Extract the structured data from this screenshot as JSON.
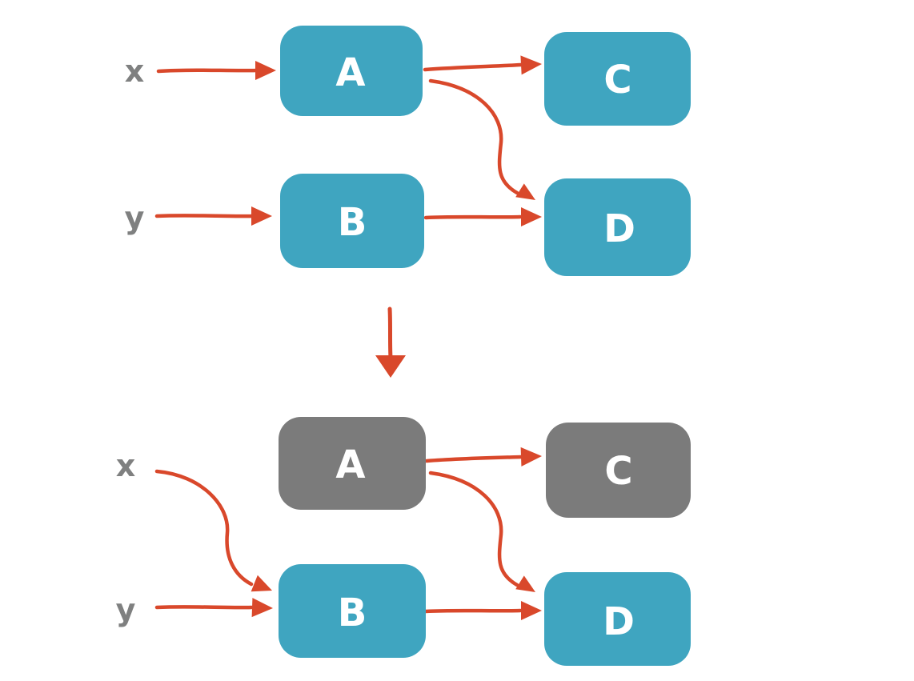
{
  "colors": {
    "background": "#ffffff",
    "node_active": "#3fa5c0",
    "node_inactive": "#7b7b7b",
    "arrow": "#d9482b",
    "input_label": "#7f8080",
    "node_label": "#ffffff"
  },
  "top_diagram": {
    "inputs": [
      {
        "id": "x",
        "label": "x"
      },
      {
        "id": "y",
        "label": "y"
      }
    ],
    "nodes": [
      {
        "id": "A",
        "label": "A",
        "state": "active"
      },
      {
        "id": "B",
        "label": "B",
        "state": "active"
      },
      {
        "id": "C",
        "label": "C",
        "state": "active"
      },
      {
        "id": "D",
        "label": "D",
        "state": "active"
      }
    ],
    "edges": [
      {
        "from": "x",
        "to": "A",
        "style": "straight"
      },
      {
        "from": "y",
        "to": "B",
        "style": "straight"
      },
      {
        "from": "A",
        "to": "C",
        "style": "straight"
      },
      {
        "from": "A",
        "to": "D",
        "style": "curved"
      },
      {
        "from": "B",
        "to": "D",
        "style": "straight"
      }
    ]
  },
  "transition": {
    "symbol": "down-arrow"
  },
  "bottom_diagram": {
    "inputs": [
      {
        "id": "x",
        "label": "x"
      },
      {
        "id": "y",
        "label": "y"
      }
    ],
    "nodes": [
      {
        "id": "A",
        "label": "A",
        "state": "inactive"
      },
      {
        "id": "B",
        "label": "B",
        "state": "active"
      },
      {
        "id": "C",
        "label": "C",
        "state": "inactive"
      },
      {
        "id": "D",
        "label": "D",
        "state": "active"
      }
    ],
    "edges": [
      {
        "from": "x",
        "to": "B",
        "style": "curved"
      },
      {
        "from": "y",
        "to": "B",
        "style": "straight"
      },
      {
        "from": "A",
        "to": "C",
        "style": "straight"
      },
      {
        "from": "A",
        "to": "D",
        "style": "curved"
      },
      {
        "from": "B",
        "to": "D",
        "style": "straight"
      }
    ]
  }
}
